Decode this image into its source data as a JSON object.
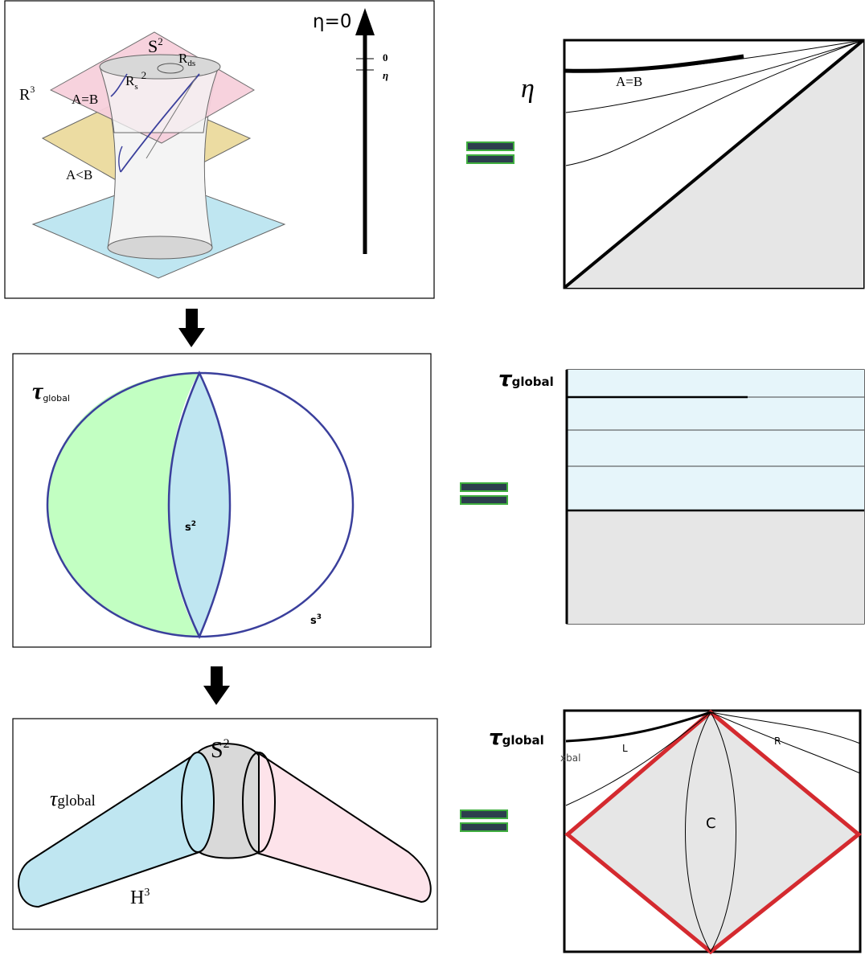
{
  "panel1": {
    "labels": {
      "S2": "S",
      "S2_sup": "2",
      "Rds": "R",
      "Rds_sub": "ds",
      "Rs2": "R",
      "Rs2_sub": "s",
      "Rs2_sup": "2",
      "R3": "R",
      "R3_sup": "3",
      "AeqB": "A=B",
      "AltB": "A<B",
      "eta0": "η=0",
      "tick0": "0",
      "tickEta": "η"
    }
  },
  "panel2": {
    "labels": {
      "eta": "η",
      "AeqB": "A=B"
    }
  },
  "panel3": {
    "labels": {
      "tau": "τ",
      "tau_sub": "global",
      "s2": "s",
      "s2_sup": "2",
      "s3": "s",
      "s3_sup": "3"
    }
  },
  "panel4": {
    "labels": {
      "tau": "τ",
      "tau_sub": "global"
    }
  },
  "panel5": {
    "labels": {
      "S2": "S",
      "S2_sup": "2",
      "tau": "τ",
      "tau_sub": "global",
      "H3": "H",
      "H3_sup": "3"
    }
  },
  "panel6": {
    "labels": {
      "tau": "τ",
      "tau_sub": "global",
      "xbal": "xbal",
      "L": "L",
      "R": "R",
      "C": "C"
    }
  },
  "colors": {
    "pink": "#f7d0dc",
    "yellow": "#ecdca2",
    "cyan": "#bfe6f1",
    "green": "#c2ffc2",
    "navy": "#3a3f9c",
    "grey": "#e6e6e6",
    "paleblue": "#e6f5fa",
    "red": "#d42a2f",
    "equalsFill": "#2c3e4d",
    "equalsStroke": "#3fae3f"
  }
}
